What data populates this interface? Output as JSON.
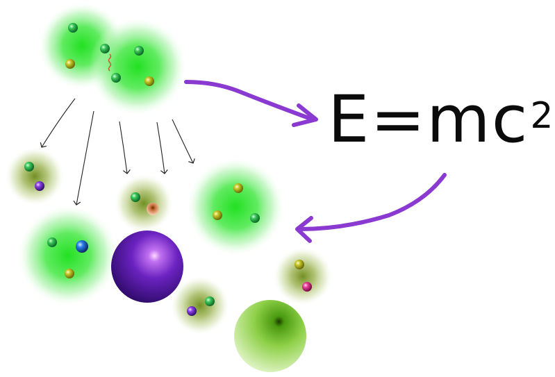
{
  "equation": {
    "left": "E",
    "equals": "=",
    "body": "mc",
    "exponent": "2"
  },
  "colors": {
    "background": "#ffffff",
    "cloud_green": "#2ee62e",
    "cloud_olive": "#7a8a20",
    "arrow_purple": "#8a3ad0",
    "arrow_ink": "#222222",
    "big_sphere": "#5a1fb0",
    "green_sphere": "#7fc52a",
    "particle_green": "#1fae3a",
    "particle_olive": "#a8b21a",
    "particle_purple": "#6a2fd0",
    "particle_blue": "#1f6fe0",
    "particle_orange": "#c8703a",
    "particle_pink": "#e0409a"
  }
}
